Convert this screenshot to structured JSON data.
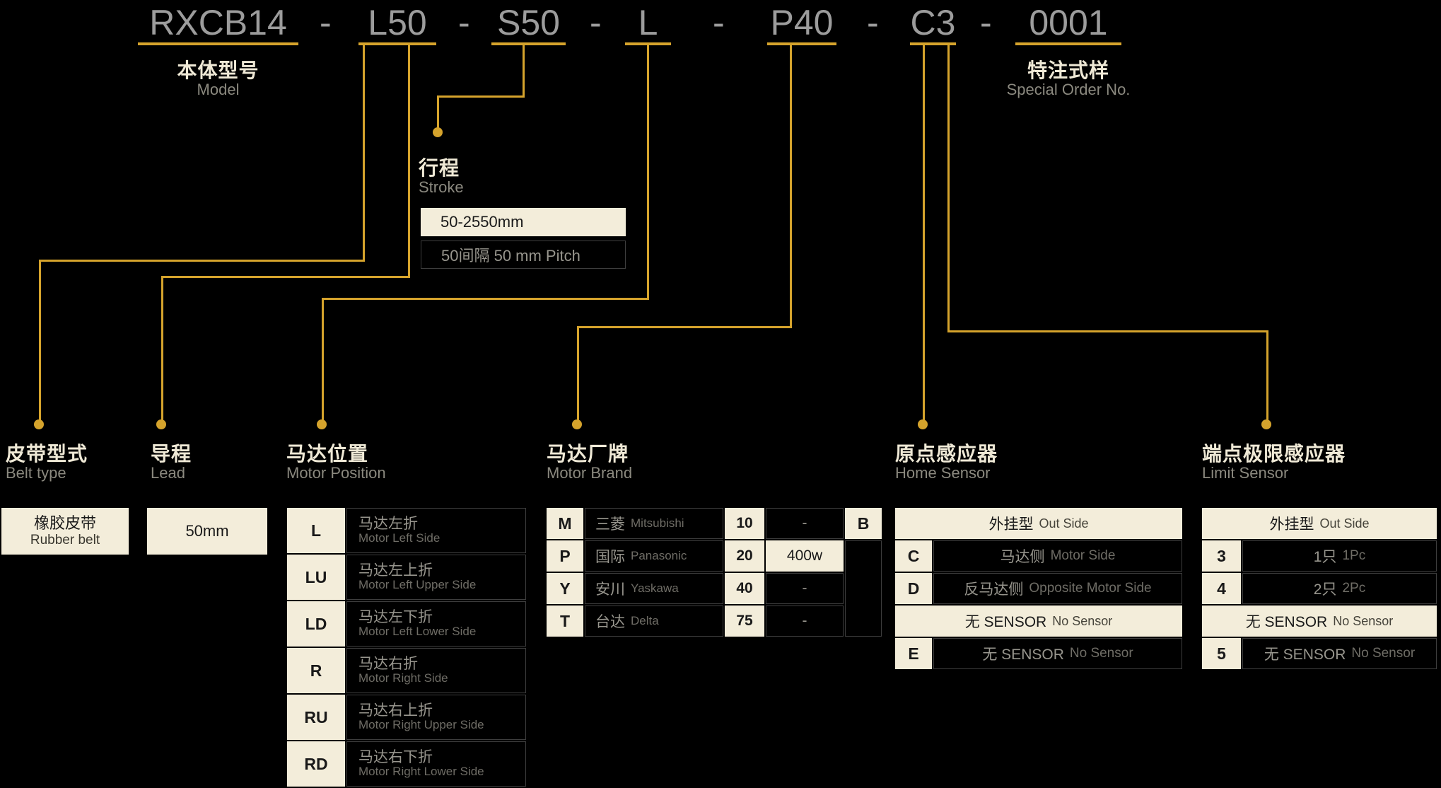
{
  "model_code": {
    "segments": [
      "RXCB14",
      "L50",
      "S50",
      "L",
      "P40",
      "C3",
      "0001"
    ],
    "separator": "-"
  },
  "header_labels": {
    "model": {
      "zh": "本体型号",
      "en": "Model"
    },
    "special_order": {
      "zh": "特注式样",
      "en": "Special Order No."
    }
  },
  "stroke": {
    "label_zh": "行程",
    "label_en": "Stroke",
    "range": "50-2550mm",
    "pitch": "50间隔 50 mm Pitch"
  },
  "belt_type": {
    "label_zh": "皮带型式",
    "label_en": "Belt type",
    "value_zh": "橡胶皮带",
    "value_en": "Rubber belt"
  },
  "lead": {
    "label_zh": "导程",
    "label_en": "Lead",
    "value": "50mm"
  },
  "motor_position": {
    "label_zh": "马达位置",
    "label_en": "Motor Position",
    "rows": [
      {
        "code": "L",
        "zh": "马达左折",
        "en": "Motor Left Side"
      },
      {
        "code": "LU",
        "zh": "马达左上折",
        "en": "Motor Left Upper Side"
      },
      {
        "code": "LD",
        "zh": "马达左下折",
        "en": "Motor Left Lower Side"
      },
      {
        "code": "R",
        "zh": "马达右折",
        "en": "Motor Right Side"
      },
      {
        "code": "RU",
        "zh": "马达右上折",
        "en": "Motor Right Upper Side"
      },
      {
        "code": "RD",
        "zh": "马达右下折",
        "en": "Motor Right Lower Side"
      }
    ]
  },
  "motor_brand": {
    "label_zh": "马达厂牌",
    "label_en": "Motor Brand",
    "rows": [
      {
        "code": "M",
        "brand_zh": "三菱",
        "brand_en": "Mitsubishi",
        "power_code": "10",
        "power": "-",
        "option": "B"
      },
      {
        "code": "P",
        "brand_zh": "国际",
        "brand_en": "Panasonic",
        "power_code": "20",
        "power": "400w"
      },
      {
        "code": "Y",
        "brand_zh": "安川",
        "brand_en": "Yaskawa",
        "power_code": "40",
        "power": "-"
      },
      {
        "code": "T",
        "brand_zh": "台达",
        "brand_en": "Delta",
        "power_code": "75",
        "power": "-"
      }
    ]
  },
  "home_sensor": {
    "label_zh": "原点感应器",
    "label_en": "Home Sensor",
    "rows": [
      {
        "zh": "外挂型",
        "en": "Out Side"
      },
      {
        "code": "C",
        "zh": "马达侧",
        "en": "Motor Side"
      },
      {
        "code": "D",
        "zh": "反马达侧",
        "en": "Opposite Motor Side"
      },
      {
        "zh": "无 SENSOR",
        "en": "No Sensor"
      },
      {
        "code": "E",
        "zh": "无 SENSOR",
        "en": "No Sensor"
      }
    ]
  },
  "limit_sensor": {
    "label_zh": "端点极限感应器",
    "label_en": "Limit Sensor",
    "rows": [
      {
        "zh": "外挂型",
        "en": "Out Side"
      },
      {
        "code": "3",
        "zh": "1只",
        "en": "1Pc"
      },
      {
        "code": "4",
        "zh": "2只",
        "en": "2Pc"
      },
      {
        "zh": "无 SENSOR",
        "en": "No Sensor"
      },
      {
        "code": "5",
        "zh": "无 SENSOR",
        "en": "No Sensor"
      }
    ]
  },
  "colors": {
    "background": "#000000",
    "gold": "#d5a32c",
    "cream": "#f3edda",
    "code_text": "#9c9c9c"
  }
}
